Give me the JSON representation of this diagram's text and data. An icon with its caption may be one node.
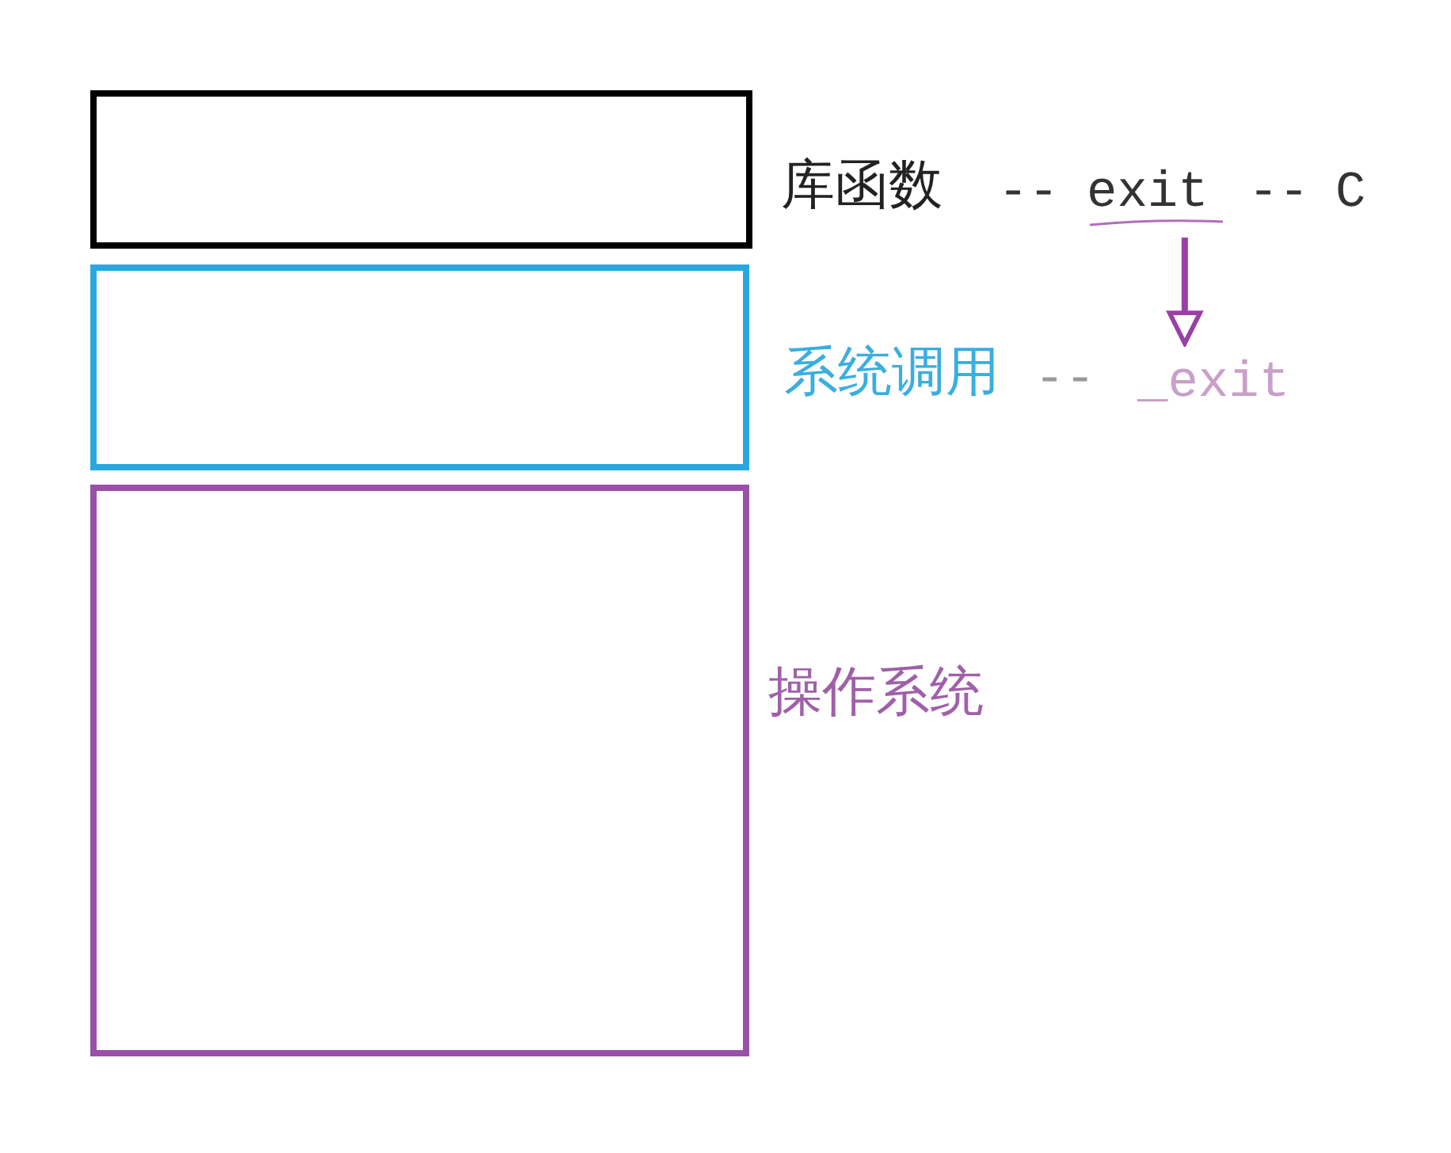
{
  "diagram": {
    "nodes": [
      {
        "text": [
          "库函数"
        ]
      },
      {
        "text": [
          "系统调用"
        ]
      },
      {
        "text": [
          "操作系统"
        ]
      },
      {
        "text": [
          "exit"
        ]
      },
      {
        "text": [
          "_exit"
        ]
      }
    ],
    "edges": [
      {
        "from": 3,
        "to": 4,
        "arrow": "to",
        "color": "#9b3fa8"
      }
    ],
    "labels": [
      "--",
      "--",
      "C",
      "--"
    ]
  }
}
